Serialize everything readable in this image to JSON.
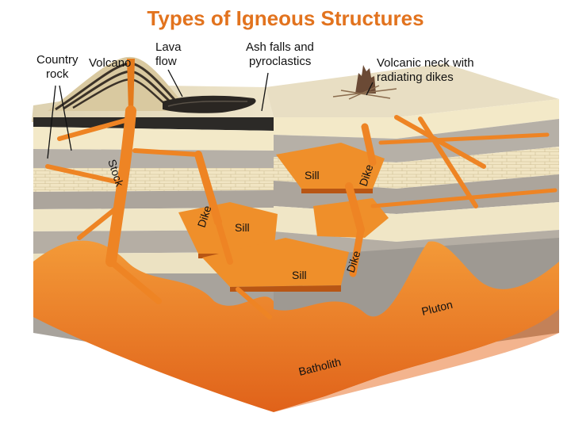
{
  "title": "Types of Igneous Structures",
  "labels": {
    "country_rock_line1": "Country",
    "country_rock_line2": "rock",
    "volcano": "Volcano",
    "lava_flow_line1": "Lava",
    "lava_flow_line2": "flow",
    "ash_line1": "Ash falls and",
    "ash_line2": "pyroclastics",
    "neck_line1": "Volcanic neck with",
    "neck_line2": "radiating dikes",
    "stock": "Stock",
    "sill_upper": "Sill",
    "dike_upper": "Dike",
    "dike_left": "Dike",
    "sill_middle": "Sill",
    "sill_lower": "Sill",
    "dike_lower": "Dike",
    "pluton": "Pluton",
    "batholith": "Batholith"
  },
  "colors": {
    "title": "#e2731e",
    "magma": "#ee8a22",
    "magma_dark": "#c85a10",
    "batholith": "#ec6a1c",
    "strata_tan": "#efe2bd",
    "strata_gray": "#b2aca4",
    "surface": "#e6dbbd"
  }
}
